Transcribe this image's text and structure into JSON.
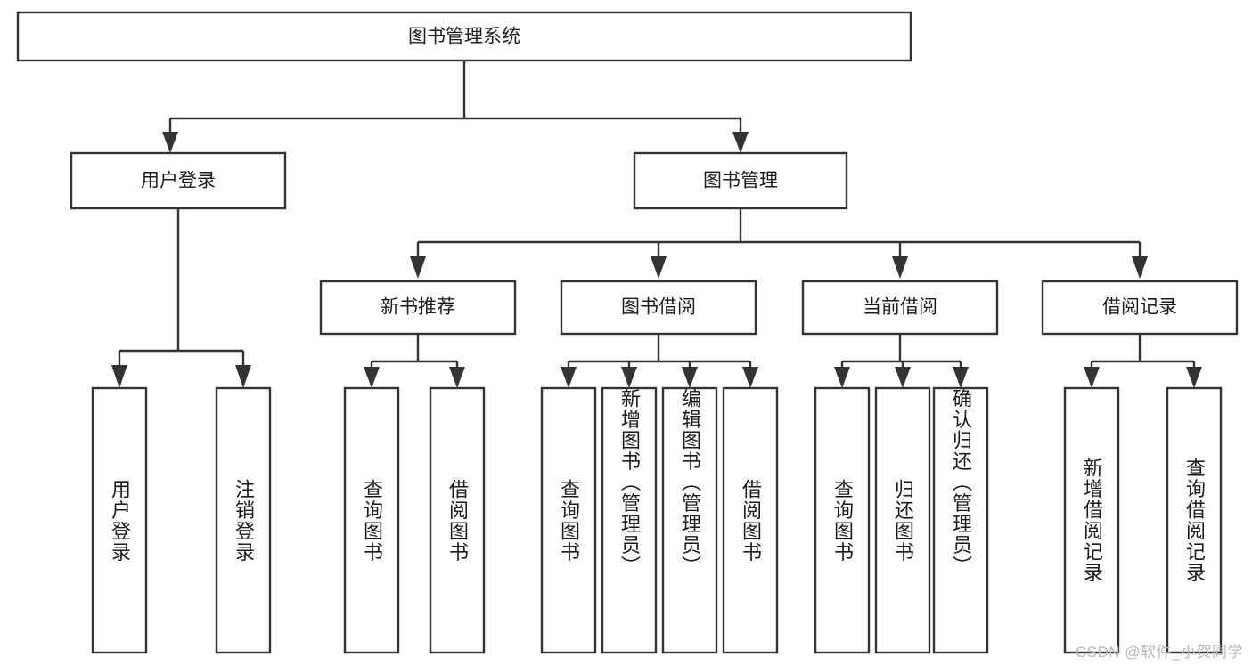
{
  "diagram": {
    "type": "hierarchy-tree",
    "title": "图书管理系统",
    "root": {
      "label": "图书管理系统",
      "name": "root-node"
    },
    "level2": [
      {
        "label": "用户登录",
        "name": "node-user-login"
      },
      {
        "label": "图书管理",
        "name": "node-book-management"
      }
    ],
    "level3": [
      {
        "label": "新书推荐",
        "name": "node-new-book-recommend"
      },
      {
        "label": "图书借阅",
        "name": "node-book-borrow"
      },
      {
        "label": "当前借阅",
        "name": "node-current-borrow"
      },
      {
        "label": "借阅记录",
        "name": "node-borrow-record"
      }
    ],
    "leaves": {
      "user_login": [
        {
          "label": "用户登录",
          "name": "leaf-user-login"
        },
        {
          "label": "注销登录",
          "name": "leaf-logout"
        }
      ],
      "new_book_recommend": [
        {
          "label": "查询图书",
          "name": "leaf-query-book-1"
        },
        {
          "label": "借阅图书",
          "name": "leaf-borrow-book-1"
        }
      ],
      "book_borrow": [
        {
          "label": "查询图书",
          "name": "leaf-query-book-2"
        },
        {
          "label": "新增图书（管理员）",
          "name": "leaf-add-book-admin"
        },
        {
          "label": "编辑图书（管理员）",
          "name": "leaf-edit-book-admin"
        },
        {
          "label": "借阅图书",
          "name": "leaf-borrow-book-2"
        }
      ],
      "current_borrow": [
        {
          "label": "查询图书",
          "name": "leaf-query-book-3"
        },
        {
          "label": "归还图书",
          "name": "leaf-return-book"
        },
        {
          "label": "确认归还（管理员）",
          "name": "leaf-confirm-return-admin"
        }
      ],
      "borrow_record": [
        {
          "label": "新增借阅记录",
          "name": "leaf-add-borrow-record"
        },
        {
          "label": "查询借阅记录",
          "name": "leaf-query-borrow-record"
        }
      ]
    },
    "watermark": "CSDN @软件_小贺同学",
    "colors": {
      "stroke": "#333333",
      "fill": "#ffffff",
      "text": "#1b1b1b",
      "watermark": "#b8b8b8",
      "background": "#ffffff"
    }
  }
}
